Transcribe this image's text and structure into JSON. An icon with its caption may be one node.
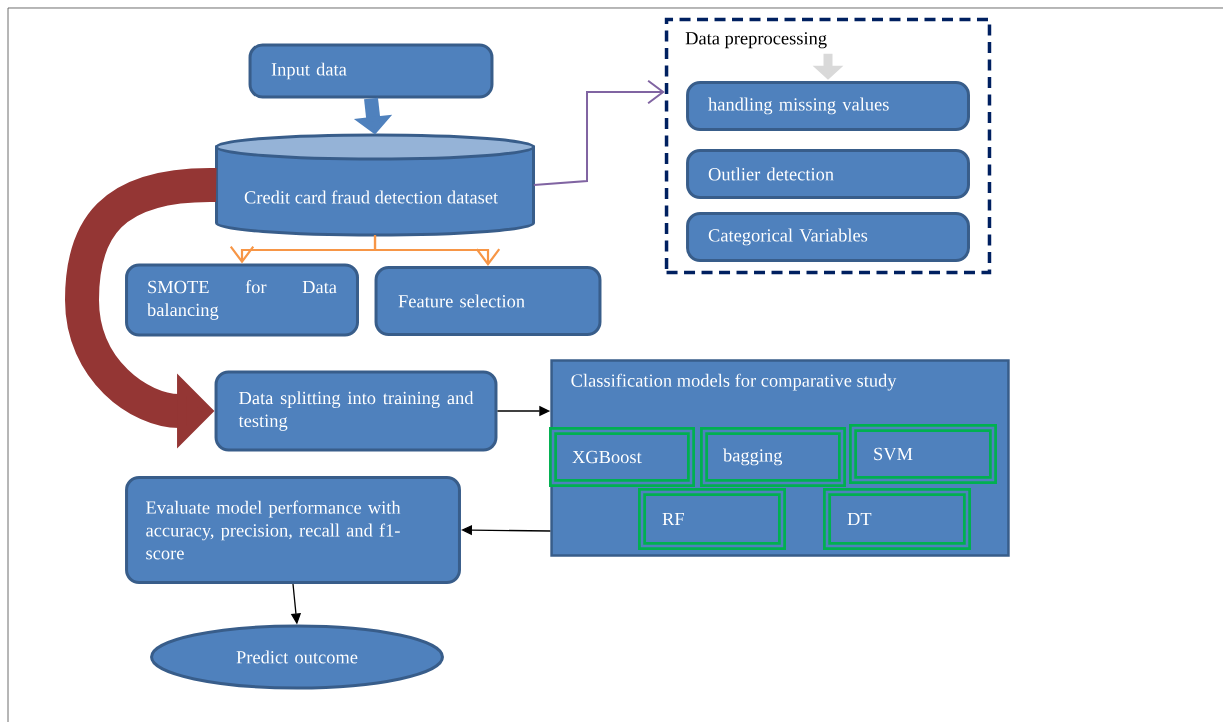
{
  "diagram": {
    "nodes": [
      {
        "text": [
          "Input data"
        ]
      },
      {
        "text": [
          "Credit card fraud detection dataset"
        ]
      },
      {
        "text": [
          "SMOTE for Data balancing"
        ]
      },
      {
        "text": [
          "Feature selection"
        ]
      },
      {
        "text": [
          "Data preprocessing"
        ]
      },
      {
        "text": [
          "handling missing values"
        ],
        "in": 4
      },
      {
        "text": [
          "Outlier detection"
        ],
        "in": 4
      },
      {
        "text": [
          "Categorical Variables"
        ],
        "in": 4
      },
      {
        "text": [
          "Data splitting into training and testing"
        ]
      },
      {
        "text": [
          "Classification models for comparative study"
        ]
      },
      {
        "text": [
          "XGBoost"
        ],
        "in": 9
      },
      {
        "text": [
          "bagging"
        ],
        "in": 9
      },
      {
        "text": [
          "SVM"
        ],
        "in": 9
      },
      {
        "text": [
          "RF"
        ],
        "in": 9
      },
      {
        "text": [
          "DT"
        ],
        "in": 9
      },
      {
        "text": [
          "Evaluate model performance with accuracy, precision, recall and f1-score"
        ]
      },
      {
        "text": [
          "Predict outcome"
        ]
      }
    ],
    "edges": [
      {
        "from": 0,
        "to": 1,
        "arrow": "to",
        "style": "thick",
        "color": "#4f81bd"
      },
      {
        "from": 1,
        "to": 4,
        "arrow": "to",
        "color": "#8064a2"
      },
      {
        "from": 1,
        "to": 2,
        "arrow": "to",
        "color": "#f79646"
      },
      {
        "from": 1,
        "to": 3,
        "arrow": "to",
        "color": "#f79646"
      },
      {
        "from": 1,
        "to": 8,
        "arrow": "to",
        "style": "thick",
        "color": "#943634"
      },
      {
        "from": 8,
        "to": 9,
        "arrow": "to"
      },
      {
        "from": 9,
        "to": 15,
        "arrow": "to"
      },
      {
        "from": 15,
        "to": 16,
        "arrow": "to"
      }
    ]
  }
}
